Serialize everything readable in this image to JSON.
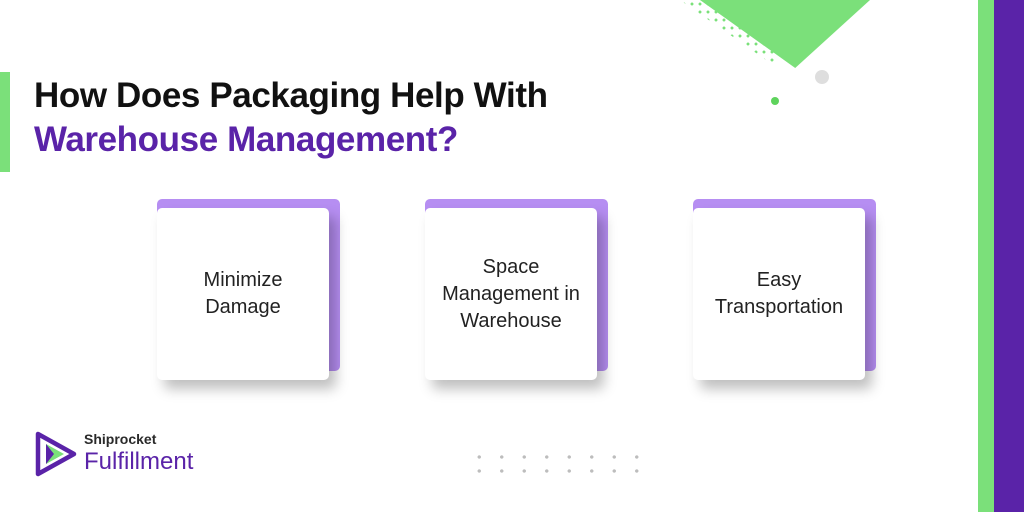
{
  "header": {
    "title_line1": "How Does Packaging Help With",
    "title_line2": "Warehouse Management?"
  },
  "cards": [
    {
      "label": "Minimize Damage"
    },
    {
      "label": "Space Management in Warehouse"
    },
    {
      "label": "Easy Transportation"
    }
  ],
  "brand": {
    "name_small": "Shiprocket",
    "name_big": "Fulfillment"
  },
  "colors": {
    "accent_purple": "#5a23a8",
    "accent_green": "#7be07a",
    "card_back": "#b68ef2"
  }
}
